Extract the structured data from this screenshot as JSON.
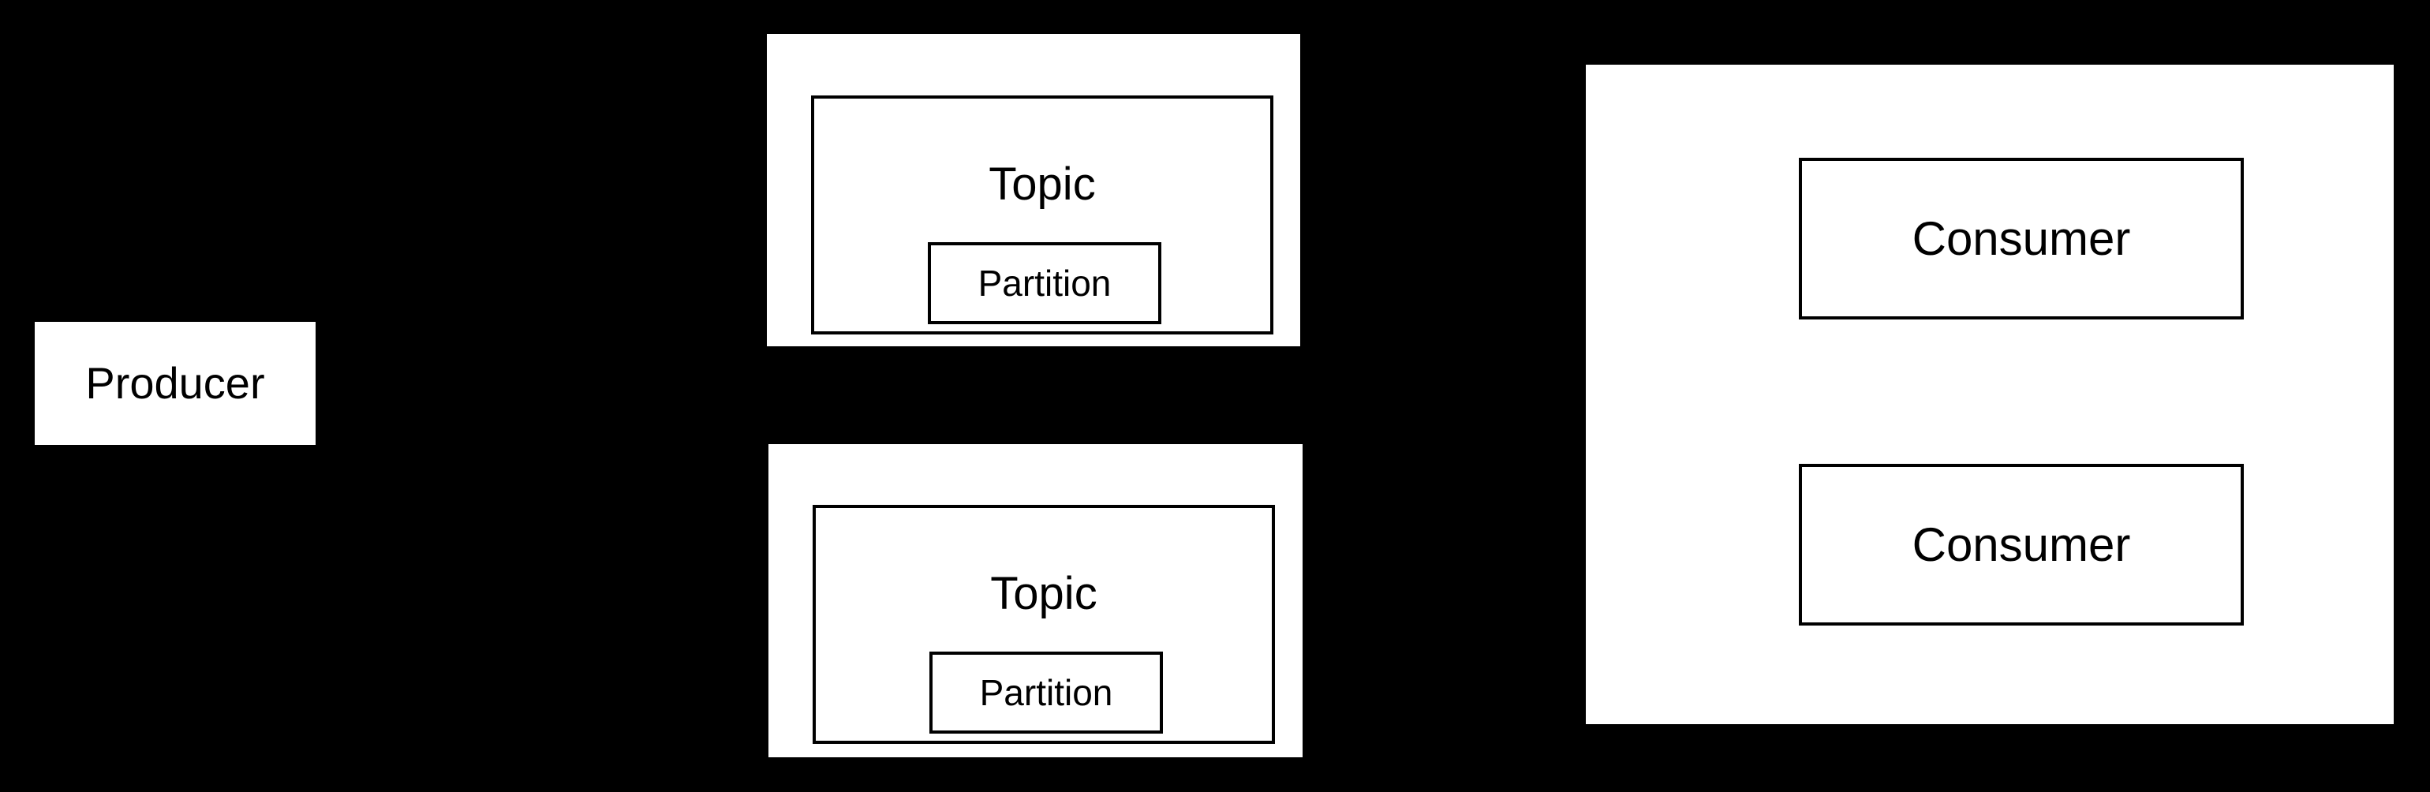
{
  "diagram": {
    "background_color": "#000000",
    "box_color": "#ffffff",
    "border_color": "#000000",
    "producer": {
      "label": "Producer"
    },
    "topics": [
      {
        "title": "Topic",
        "partition_label": "Partition"
      },
      {
        "title": "Topic",
        "partition_label": "Partition"
      }
    ],
    "consumers": [
      {
        "label": "Consumer"
      },
      {
        "label": "Consumer"
      }
    ]
  }
}
